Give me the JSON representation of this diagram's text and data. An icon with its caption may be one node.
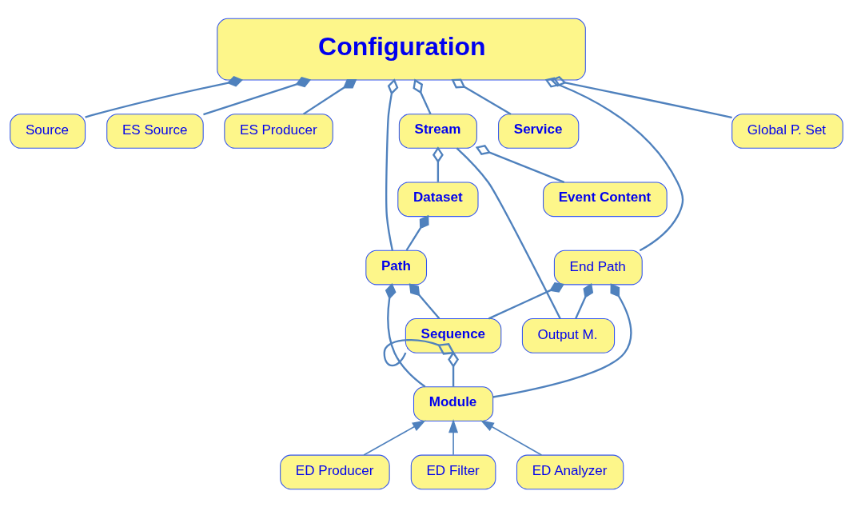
{
  "diagram": {
    "nodes": [
      {
        "text": [
          "Configuration"
        ]
      },
      {
        "text": [
          "Source"
        ]
      },
      {
        "text": [
          "ES Source"
        ]
      },
      {
        "text": [
          "ES Producer"
        ]
      },
      {
        "text": [
          "Path"
        ]
      },
      {
        "text": [
          "End Path"
        ]
      },
      {
        "text": [
          "Service"
        ]
      },
      {
        "text": [
          "Sequence"
        ]
      },
      {
        "text": [
          "Output M."
        ]
      },
      {
        "text": [
          "Stream"
        ]
      },
      {
        "text": [
          "Module"
        ]
      },
      {
        "text": [
          "Dataset"
        ]
      },
      {
        "text": [
          "Global P. Set"
        ]
      },
      {
        "text": [
          "Event Content"
        ]
      },
      {
        "text": [
          "ED Producer"
        ]
      },
      {
        "text": [
          "ED Filter"
        ]
      },
      {
        "text": [
          "ED Analyzer"
        ]
      }
    ],
    "edges": [
      {
        "from": 1,
        "to": 0,
        "arrow": "other"
      },
      {
        "from": 2,
        "to": 0,
        "arrow": "other"
      },
      {
        "from": 3,
        "to": 0,
        "arrow": "other"
      },
      {
        "from": 4,
        "to": 0,
        "arrow": "other"
      },
      {
        "from": 5,
        "to": 0,
        "arrow": "other"
      },
      {
        "from": 9,
        "to": 0,
        "arrow": "other"
      },
      {
        "from": 6,
        "to": 0,
        "arrow": "other"
      },
      {
        "from": 12,
        "to": 0,
        "arrow": "other"
      },
      {
        "from": 7,
        "to": 4,
        "arrow": "other"
      },
      {
        "from": 10,
        "to": 4,
        "arrow": "other"
      },
      {
        "from": 4,
        "to": 11,
        "arrow": "other"
      },
      {
        "from": 7,
        "to": 5,
        "arrow": "other"
      },
      {
        "from": 10,
        "to": 5,
        "arrow": "other"
      },
      {
        "from": 8,
        "to": 5,
        "arrow": "other"
      },
      {
        "from": 8,
        "to": 9,
        "arrow": "none"
      },
      {
        "from": 11,
        "to": 9,
        "arrow": "other"
      },
      {
        "from": 13,
        "to": 9,
        "arrow": "other"
      },
      {
        "from": 10,
        "to": 7,
        "arrow": "other"
      },
      {
        "from": 7,
        "to": 7,
        "arrow": "other"
      },
      {
        "from": 14,
        "to": 10,
        "arrow": "to"
      },
      {
        "from": 15,
        "to": 10,
        "arrow": "to"
      },
      {
        "from": 16,
        "to": 10,
        "arrow": "to"
      }
    ]
  }
}
